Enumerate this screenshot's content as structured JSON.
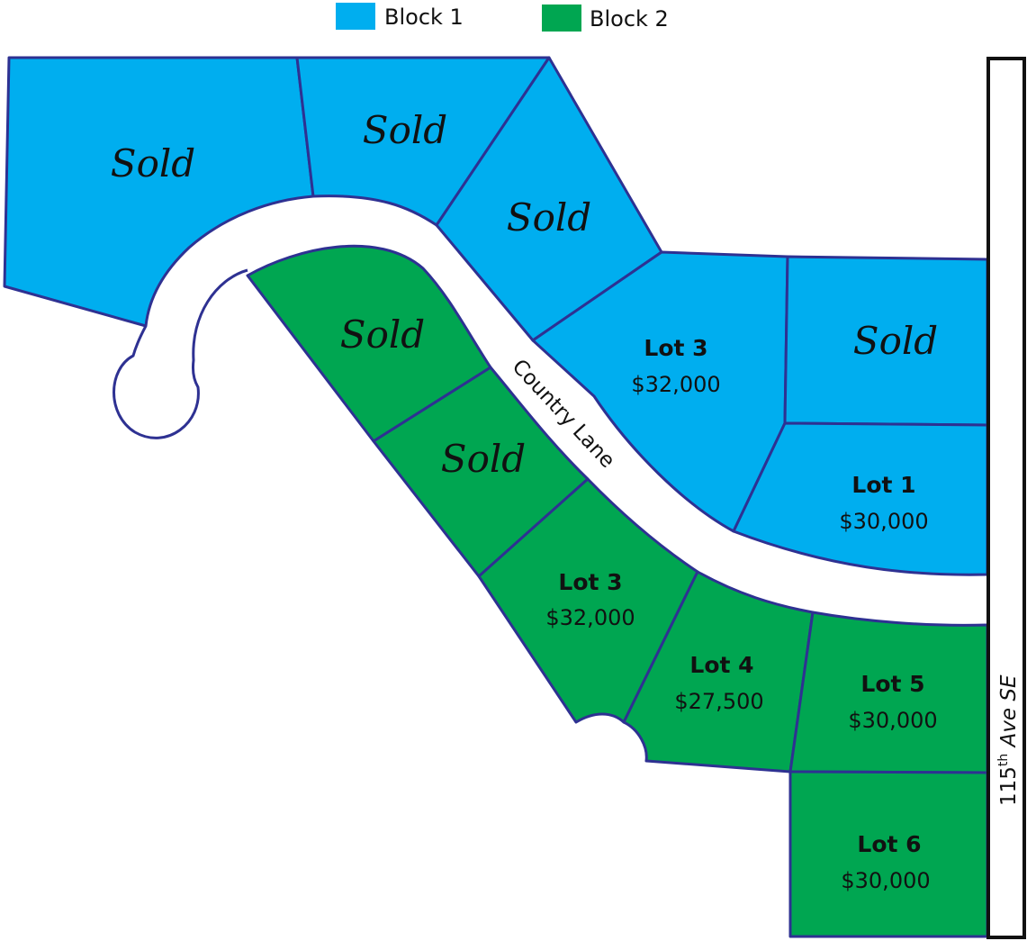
{
  "legend": [
    {
      "label": "Block 1",
      "color": "#00aeef"
    },
    {
      "label": "Block 2",
      "color": "#00a651"
    }
  ],
  "roads": {
    "country_lane": "Country Lane",
    "avenue_main": "115",
    "avenue_sup": "th",
    "avenue_rest": " Ave SE"
  },
  "block1": {
    "color": "#00aeef",
    "lots": [
      {
        "status": "Sold"
      },
      {
        "status": "Sold"
      },
      {
        "status": "Sold"
      },
      {
        "name": "Lot 3",
        "price": "$32,000"
      },
      {
        "status": "Sold"
      },
      {
        "name": "Lot 1",
        "price": "$30,000"
      }
    ]
  },
  "block2": {
    "color": "#00a651",
    "lots": [
      {
        "status": "Sold"
      },
      {
        "status": "Sold"
      },
      {
        "name": "Lot 3",
        "price": "$32,000"
      },
      {
        "name": "Lot 4",
        "price": "$27,500"
      },
      {
        "name": "Lot 5",
        "price": "$30,000"
      },
      {
        "name": "Lot 6",
        "price": "$30,000"
      }
    ]
  }
}
